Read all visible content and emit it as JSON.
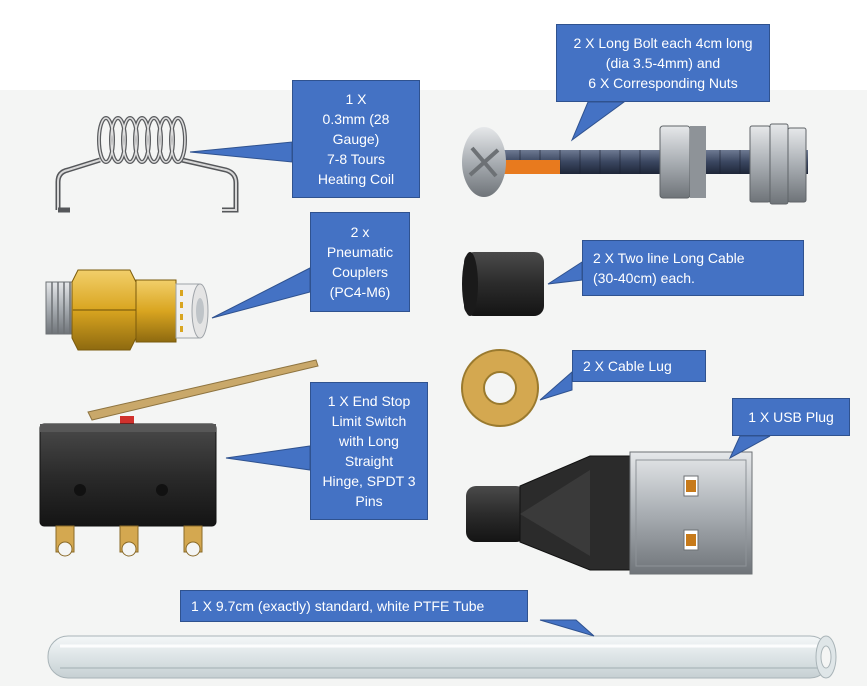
{
  "labels": {
    "heating_coil": [
      "1 X",
      "0.3mm  (28",
      "Gauge)",
      "7-8 Tours",
      "Heating Coil"
    ],
    "bolt": [
      "2 X Long Bolt each 4cm long",
      "(dia 3.5-4mm) and",
      "6 X Corresponding Nuts"
    ],
    "couplers": [
      "2 x",
      "Pneumatic",
      "Couplers",
      "(PC4-M6)"
    ],
    "cable": [
      "2 X Two line Long Cable",
      "(30-40cm) each."
    ],
    "cable_lug": [
      "2 X Cable Lug"
    ],
    "usb_plug": [
      "1 X USB Plug"
    ],
    "end_stop": [
      "1 X End Stop",
      "Limit Switch",
      "with Long",
      "Straight",
      "Hinge, SPDT 3",
      "Pins"
    ],
    "ptfe_tube": [
      "1 X 9.7cm (exactly) standard, white PTFE Tube"
    ]
  },
  "colors": {
    "callout_fill": "#4472c4",
    "callout_border": "#2f528f",
    "callout_text": "#ffffff",
    "metal": "#b8bcc0",
    "brass": "#d9a520",
    "plastic_black": "#2b2b2b",
    "lug_copper": "#d4a850"
  }
}
